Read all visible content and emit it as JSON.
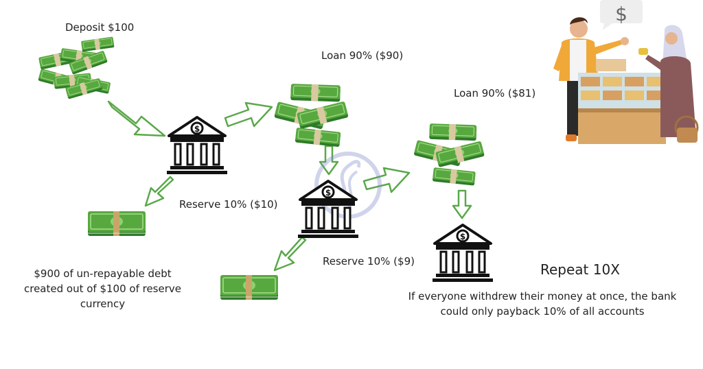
{
  "labels": {
    "deposit": "Deposit $100",
    "loan_1": "Loan 90% ($90)",
    "loan_2": "Loan 90% ($81)",
    "reserve_1": "Reserve 10% ($10)",
    "reserve_2": "Reserve 10% ($9)",
    "repeat": "Repeat 10X"
  },
  "notes": {
    "debt_line_1": "$900 of un-repayable debt",
    "debt_line_2": "created out of $100 of reserve",
    "debt_line_3": "currency",
    "withdraw_line_1": "If  everyone withdrew their money at once, the bank",
    "withdraw_line_2": "could only payback 10% of all accounts"
  },
  "shop_sign_symbol": "$",
  "colors": {
    "money_green": "#58a840",
    "money_dark": "#2f7a2a",
    "money_light": "#a8e08c",
    "arrow_fill": "#ffffff",
    "arrow_stroke": "#5aa84a",
    "bank_black": "#111111",
    "band_tan": "#c9a56a"
  }
}
